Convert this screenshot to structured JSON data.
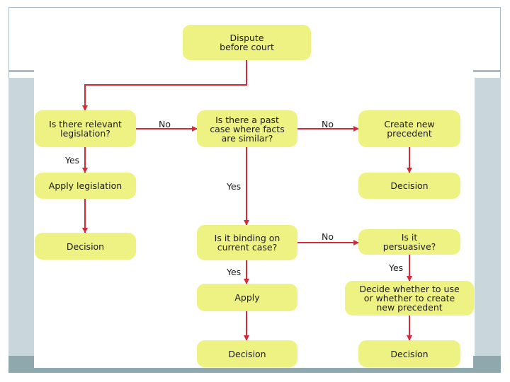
{
  "nodes": {
    "dispute": "Dispute\nbefore court",
    "relevant_legislation": "Is there relevant\nlegislation?",
    "past_case": "Is there a past\ncase where facts\nare similar?",
    "create_new_precedent": "Create new\nprecedent",
    "apply_legislation": "Apply legislation",
    "decision_1": "Decision",
    "decision_2": "Decision",
    "binding": "Is it binding on\ncurrent case?",
    "persuasive": "Is it\npersuasive?",
    "apply": "Apply",
    "decide_whether": "Decide whether to use\nor whether to create\nnew precedent",
    "decision_3": "Decision",
    "decision_4": "Decision"
  },
  "edge_labels": {
    "legislation_no": "No",
    "past_case_no": "No",
    "legislation_yes": "Yes",
    "past_case_yes": "Yes",
    "binding_no": "No",
    "binding_yes": "Yes",
    "persuasive_yes": "Yes"
  },
  "colors": {
    "node_fill": "#eef282",
    "arrow": "#d42a3a"
  }
}
